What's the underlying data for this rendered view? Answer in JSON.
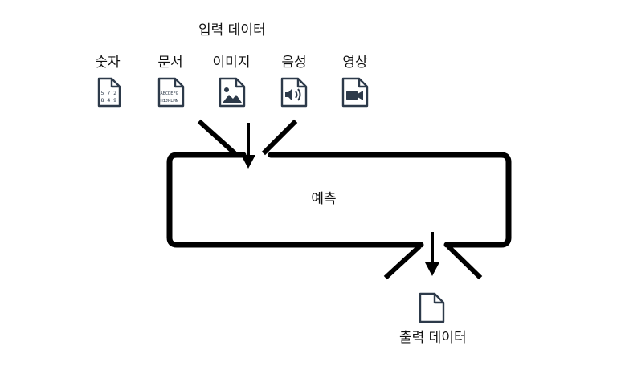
{
  "input": {
    "title": "입력 데이터",
    "items": [
      {
        "label": "숫자",
        "icon": "numbers-file-icon",
        "glyph_lines": [
          "5 7 2",
          "8 4 9"
        ]
      },
      {
        "label": "문서",
        "icon": "text-document-file-icon",
        "glyph_lines": [
          "ABCDEFG",
          "HIJKLMN"
        ]
      },
      {
        "label": "이미지",
        "icon": "image-file-icon"
      },
      {
        "label": "음성",
        "icon": "audio-file-icon"
      },
      {
        "label": "영상",
        "icon": "video-file-icon"
      }
    ]
  },
  "process": {
    "label": "예측"
  },
  "output": {
    "title": "출력 데이터",
    "icon": "document-file-icon"
  },
  "colors": {
    "line": "#000000",
    "icon": "#2d3a4a",
    "background": "#ffffff"
  }
}
